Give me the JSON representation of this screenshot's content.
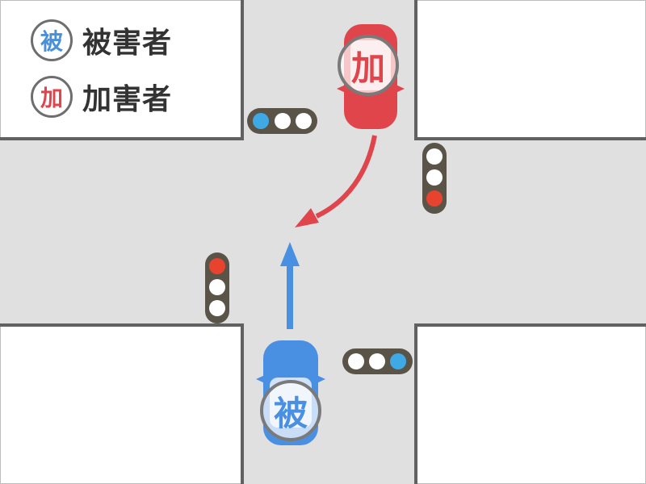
{
  "legend": {
    "items": [
      {
        "badge": "被",
        "label": "被害者",
        "color": "#4a90d9"
      },
      {
        "badge": "加",
        "label": "加害者",
        "color": "#e0454b"
      }
    ]
  },
  "vehicles": {
    "victim": {
      "badge": "被",
      "color": "#4a90e2",
      "direction": "straight-north"
    },
    "offender": {
      "badge": "加",
      "color": "#e0454b",
      "direction": "right-turn-from-south-bound"
    }
  },
  "signals": [
    {
      "position": "top-left",
      "orientation": "horizontal",
      "lights": [
        "blue",
        "white",
        "white"
      ]
    },
    {
      "position": "top-right",
      "orientation": "vertical",
      "lights": [
        "white",
        "white",
        "red"
      ]
    },
    {
      "position": "bottom-left",
      "orientation": "vertical",
      "lights": [
        "red",
        "white",
        "white"
      ]
    },
    {
      "position": "bottom-right",
      "orientation": "horizontal",
      "lights": [
        "white",
        "white",
        "blue"
      ]
    }
  ],
  "colors": {
    "road": "#e0e0e0",
    "curb": "#616161",
    "signal_body": "#5a5448",
    "signal_blue": "#3fa9e6",
    "signal_red": "#e8432e",
    "arrow_blue": "#4a90e2",
    "arrow_red": "#e0454b"
  }
}
